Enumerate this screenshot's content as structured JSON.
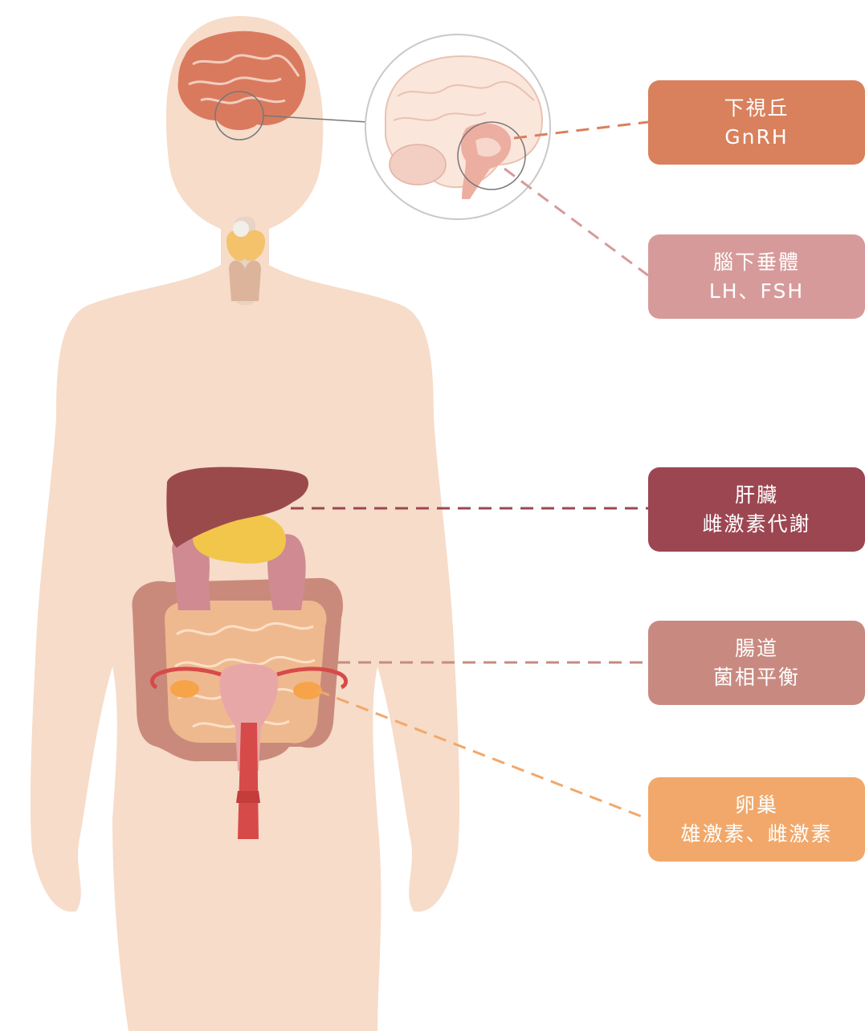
{
  "labels": [
    {
      "title": "下視丘",
      "subtitle": "GnRH",
      "color": "#d9805c"
    },
    {
      "title": "腦下垂體",
      "subtitle": "LH、FSH",
      "color": "#d79a9a"
    },
    {
      "title": "肝臟",
      "subtitle": "雌激素代謝",
      "color": "#9c4652"
    },
    {
      "title": "腸道",
      "subtitle": "菌相平衡",
      "color": "#c88a80"
    },
    {
      "title": "卵巢",
      "subtitle": "雄激素、雌激素",
      "color": "#f1a86a"
    }
  ],
  "colors": {
    "skin": "#f6dcc9",
    "brain": "#d97a5e",
    "brain_detail": "#f7dccf",
    "liver": "#9b4a4c",
    "gallbladder": "#f2c64a",
    "stomach": "#cf8a92",
    "large_intestine": "#c98a7c",
    "small_intestine": "#efb98f",
    "uterus": "#e8a7a7",
    "reproductive_red": "#d74a4a",
    "ovary": "#f6a34a",
    "thyroid": "#f4c26a"
  }
}
